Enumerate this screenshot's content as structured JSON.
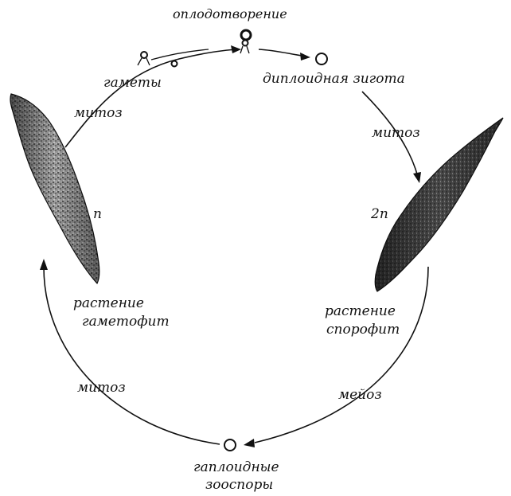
{
  "labels": {
    "fertilization": "оплодотворение",
    "diploid_zygote": "диплоидная зигота",
    "gametes": "гаметы",
    "mitosis_top_left": "митоз",
    "mitosis_right": "митоз",
    "mitosis_bottom_left": "митоз",
    "ploidy_haploid": "n",
    "ploidy_diploid": "2n",
    "gametophyte_line1": "растение",
    "gametophyte_line2": "гаметофит",
    "sporophyte_line1": "растение",
    "sporophyte_line2": "спорофит",
    "meiosis": "мейоз",
    "zoospores_line1": "гаплоидные",
    "zoospores_line2": "зооспоры"
  },
  "colors": {
    "ink": "#111111",
    "background": "#ffffff"
  }
}
